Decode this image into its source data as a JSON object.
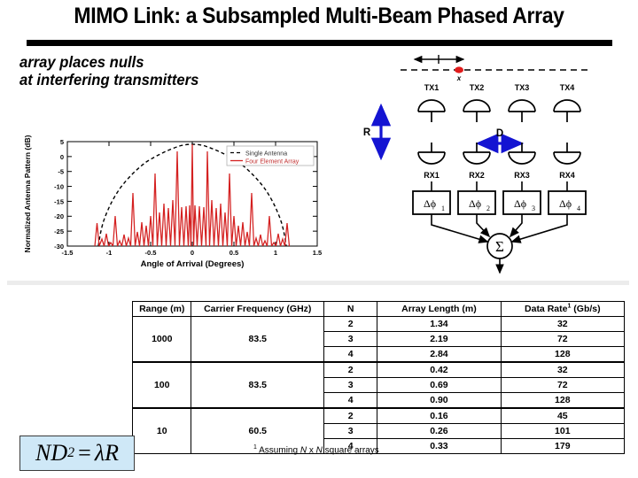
{
  "slide": {
    "title": "MIMO Link: a Subsampled Multi-Beam Phased Array",
    "caption_line1": "array places nulls",
    "caption_line2": "at interfering transmitters"
  },
  "formula": {
    "lhs_var": "ND",
    "lhs_exp": "2",
    "equals": "=",
    "rhs": "λR",
    "plain": "ND² = λR"
  },
  "footnote": {
    "mark": "1",
    "text_before": " Assuming ",
    "var1": "N",
    "text_mid": " x ",
    "var2": "N",
    "text_after": " square arrays",
    "plain": "1 Assuming N x N square arrays"
  },
  "diagram": {
    "title": "receive array with phase shifters and summer",
    "tx_labels": [
      "TX1",
      "TX2",
      "TX3",
      "TX4"
    ],
    "rx_labels": [
      "RX1",
      "RX2",
      "RX3",
      "RX4"
    ],
    "phase_shifters": [
      {
        "symbol": "Δϕ",
        "index": "1"
      },
      {
        "symbol": "Δϕ",
        "index": "2"
      },
      {
        "symbol": "Δϕ",
        "index": "3"
      },
      {
        "symbol": "Δϕ",
        "index": "4"
      }
    ],
    "range_label": "R",
    "spacing_label": "D",
    "interferer_label": "x",
    "sum_symbol": "Σ",
    "colors": {
      "arrow_blue": "#1414d2",
      "interferer_red": "#e01b1b",
      "line_black": "#000000"
    }
  },
  "chart_data": {
    "type": "line",
    "title": "",
    "xlabel": "Angle of Arrival (Degrees)",
    "ylabel": "Normalized Antenna Pattern (dB)",
    "xlim": [
      -1.5,
      1.5
    ],
    "ylim": [
      -30,
      5
    ],
    "xticks": [
      -1.5,
      -1,
      -0.5,
      0,
      0.5,
      1,
      1.5
    ],
    "xticklabels": [
      "-1.5",
      "-1",
      "-0.5",
      "0",
      "0.5",
      "1",
      "1.5"
    ],
    "yticks": [
      5,
      0,
      -5,
      -10,
      -15,
      -20,
      -25,
      -30
    ],
    "yticklabels": [
      "5",
      "0",
      "-5",
      "-10",
      "-15",
      "-20",
      "-25",
      "-30"
    ],
    "grid": false,
    "legend_position": "upper right",
    "legend": [
      "Single Antenna",
      "Four Element Array"
    ],
    "series": [
      {
        "name": "Single Antenna",
        "style": "dashed",
        "color": "#000000",
        "comment": "Smooth element-pattern envelope, 0 dB at broadside, rolling to -30 dB near +/-1.1 deg",
        "x": [
          -1.12,
          -1.08,
          -1.02,
          -0.95,
          -0.88,
          -0.8,
          -0.7,
          -0.6,
          -0.5,
          -0.4,
          -0.3,
          -0.2,
          -0.1,
          0.0,
          0.1,
          0.2,
          0.3,
          0.4,
          0.5,
          0.6,
          0.7,
          0.8,
          0.88,
          0.95,
          1.02,
          1.08,
          1.12
        ],
        "y": [
          -30,
          -26,
          -22,
          -18.5,
          -15.5,
          -12.5,
          -9.5,
          -7.0,
          -5.0,
          -3.4,
          -2.1,
          -1.1,
          -0.4,
          0.0,
          -0.4,
          -1.1,
          -2.1,
          -3.4,
          -5.0,
          -7.0,
          -9.5,
          -12.5,
          -15.5,
          -18.5,
          -22,
          -26,
          -30
        ]
      },
      {
        "name": "Four Element Array",
        "style": "solid",
        "color": "#d42020",
        "comment": "Subsampled 4-element array factor: grating lobes every ~0.26 deg riding under the element envelope, deep nulls to below -30 dB between lobes",
        "main_lobe_center": 0.0,
        "grating_lobe_centers": [
          -1.04,
          -0.78,
          -0.52,
          -0.26,
          0.0,
          0.26,
          0.52,
          0.78,
          1.04
        ],
        "grating_lobe_peaks_db": [
          -19.5,
          -8.0,
          -3.2,
          -0.7,
          0.0,
          -0.7,
          -3.2,
          -8.0,
          -19.5
        ],
        "sidelobe_centers": [
          -0.95,
          -0.87,
          -0.69,
          -0.61,
          -0.43,
          -0.35,
          -0.17,
          -0.09,
          0.09,
          0.17,
          0.35,
          0.43,
          0.61,
          0.69,
          0.87,
          0.95
        ],
        "sidelobe_peaks_db": [
          -26.5,
          -24.0,
          -17.5,
          -15.5,
          -14.5,
          -12.5,
          -13.0,
          -13.0,
          -13.0,
          -13.0,
          -12.5,
          -14.5,
          -15.5,
          -17.5,
          -24.0,
          -26.5
        ],
        "null_floor_db": -30
      }
    ]
  },
  "table": {
    "columns": [
      {
        "key": "range",
        "label": "Range (m)"
      },
      {
        "key": "freq",
        "label": "Carrier Frequency (GHz)"
      },
      {
        "key": "n",
        "label": "N"
      },
      {
        "key": "len",
        "label": "Array Length (m)"
      },
      {
        "key": "rate",
        "label": "Data Rate",
        "sup": "1",
        "label_tail": " (Gb/s)"
      }
    ],
    "groups": [
      {
        "range": "1000",
        "freq": "83.5",
        "rows": [
          {
            "n": "2",
            "len": "1.34",
            "rate": "32"
          },
          {
            "n": "3",
            "len": "2.19",
            "rate": "72"
          },
          {
            "n": "4",
            "len": "2.84",
            "rate": "128"
          }
        ]
      },
      {
        "range": "100",
        "freq": "83.5",
        "rows": [
          {
            "n": "2",
            "len": "0.42",
            "rate": "32"
          },
          {
            "n": "3",
            "len": "0.69",
            "rate": "72"
          },
          {
            "n": "4",
            "len": "0.90",
            "rate": "128"
          }
        ]
      },
      {
        "range": "10",
        "freq": "60.5",
        "rows": [
          {
            "n": "2",
            "len": "0.16",
            "rate": "45"
          },
          {
            "n": "3",
            "len": "0.26",
            "rate": "101"
          },
          {
            "n": "4",
            "len": "0.33",
            "rate": "179"
          }
        ]
      }
    ]
  }
}
